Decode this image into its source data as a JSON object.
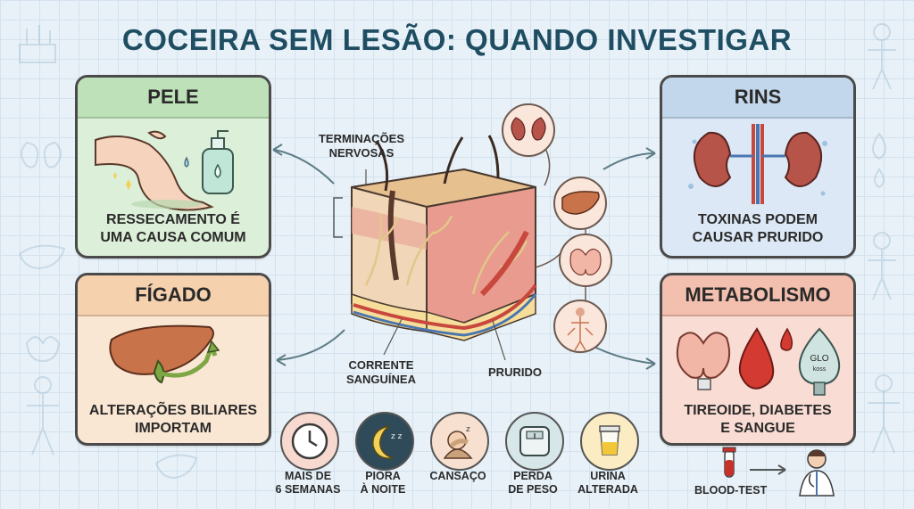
{
  "title": "COCEIRA SEM LESÃO: QUANDO INVESTIGAR",
  "panels": {
    "pele": {
      "title": "PELE",
      "caption_1": "RESSECAMENTO É",
      "caption_2": "UMA CAUSA COMUM"
    },
    "figado": {
      "title": "FÍGADO",
      "caption_1": "ALTERAÇÕES BILIARES",
      "caption_2": "IMPORTAM"
    },
    "rins": {
      "title": "RINS",
      "caption_1": "TOXINAS PODEM",
      "caption_2": "CAUSAR PRURIDO"
    },
    "metabolismo": {
      "title": "METABOLISMO",
      "caption_1": "TIREOIDE, DIABETES",
      "caption_2": "E SANGUE",
      "glucose_tag_1": "GLO",
      "glucose_tag_2": "koss"
    }
  },
  "center": {
    "nerves_1": "TERMINAÇÕES",
    "nerves_2": "NERVOSAS",
    "blood_1": "CORRENTE",
    "blood_2": "SANGUÍNEA",
    "itch": "PRURIDO"
  },
  "symptoms": [
    {
      "line_1": "MAIS DE",
      "line_2": "6 SEMANAS",
      "icon": "clock-icon"
    },
    {
      "line_1": "PIORA",
      "line_2": "À NOITE",
      "icon": "moon-icon"
    },
    {
      "line_1": "CANSAÇO",
      "line_2": "",
      "icon": "tired-person-icon"
    },
    {
      "line_1": "PERDA",
      "line_2": "DE PESO",
      "icon": "scale-icon"
    },
    {
      "line_1": "URINA",
      "line_2": "ALTERADA",
      "icon": "urine-cup-icon"
    }
  ],
  "blood_test": {
    "label": "BLOOD-TEST"
  },
  "colors": {
    "title": "#1f4e63",
    "pele_bg": "#dcefd8",
    "figado_bg": "#fae7d3",
    "rins_bg": "#dce8f5",
    "metab_bg": "#f9dcd3"
  }
}
